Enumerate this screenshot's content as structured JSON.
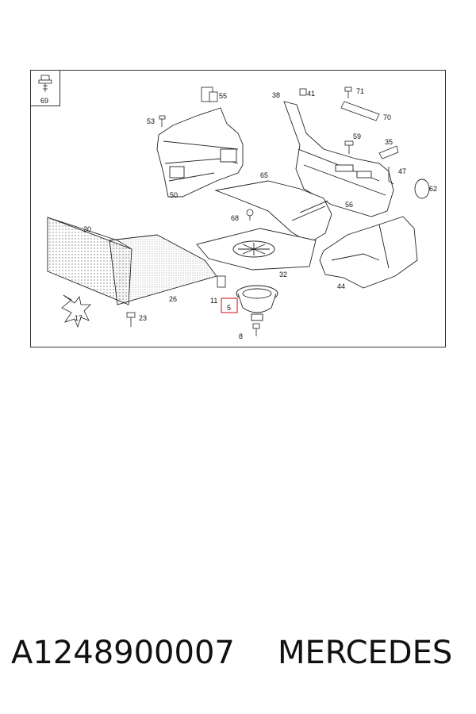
{
  "diagram": {
    "parts": [
      {
        "id": "69",
        "label": "69"
      },
      {
        "id": "55",
        "label": "55"
      },
      {
        "id": "53",
        "label": "53"
      },
      {
        "id": "50",
        "label": "50"
      },
      {
        "id": "38",
        "label": "38"
      },
      {
        "id": "41",
        "label": "41"
      },
      {
        "id": "71",
        "label": "71"
      },
      {
        "id": "70",
        "label": "70"
      },
      {
        "id": "59",
        "label": "59"
      },
      {
        "id": "35",
        "label": "35"
      },
      {
        "id": "47",
        "label": "47"
      },
      {
        "id": "62",
        "label": "62"
      },
      {
        "id": "65",
        "label": "65"
      },
      {
        "id": "56",
        "label": "56"
      },
      {
        "id": "68",
        "label": "68"
      },
      {
        "id": "20",
        "label": "20"
      },
      {
        "id": "26",
        "label": "26"
      },
      {
        "id": "32",
        "label": "32"
      },
      {
        "id": "44",
        "label": "44"
      },
      {
        "id": "11",
        "label": "11"
      },
      {
        "id": "5",
        "label": "5"
      },
      {
        "id": "17",
        "label": "17"
      },
      {
        "id": "23",
        "label": "23"
      },
      {
        "id": "8",
        "label": "8"
      }
    ],
    "highlighted_part": "5",
    "highlight_color": "#e0303a"
  },
  "caption": {
    "part_number": "A1248900007",
    "brand": "MERCEDES"
  }
}
